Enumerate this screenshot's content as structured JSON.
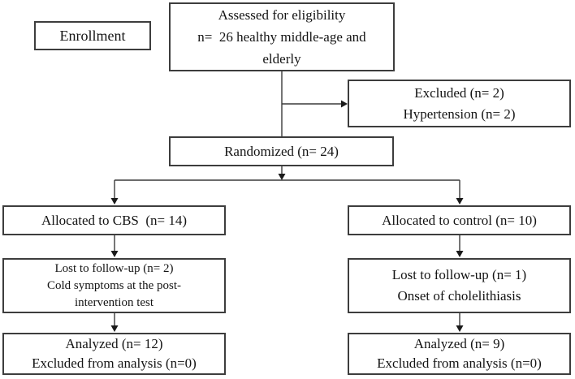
{
  "figure": {
    "type": "consort-flow-diagram",
    "colors": {
      "background": "#ffffff",
      "border": "#3d3d3d",
      "line": "#3a3a3a",
      "text": "#141414"
    }
  },
  "labels": {
    "enrollment": "Enrollment"
  },
  "boxes": {
    "assessed": {
      "lines": [
        "Assessed for eligibility",
        "n=  26 healthy middle-age and",
        "elderly"
      ]
    },
    "excluded": {
      "lines": [
        "Excluded (n= 2)",
        "Hypertension (n= 2)"
      ]
    },
    "randomized": {
      "lines": [
        "Randomized (n= 24)"
      ]
    },
    "allocated_cbs": {
      "lines": [
        "Allocated to CBS  (n= 14)"
      ]
    },
    "allocated_control": {
      "lines": [
        "Allocated to control (n= 10)"
      ]
    },
    "lost_cbs": {
      "lines": [
        "Lost to follow-up (n= 2)",
        "Cold symptoms at the post-",
        "intervention test"
      ]
    },
    "lost_control": {
      "lines": [
        "Lost to follow-up (n= 1)",
        "Onset of cholelithiasis"
      ]
    },
    "analyzed_cbs": {
      "lines": [
        "Analyzed (n= 12)",
        "Excluded from analysis (n=0)"
      ]
    },
    "analyzed_control": {
      "lines": [
        "Analyzed (n= 9)",
        "Excluded from analysis (n=0)"
      ]
    }
  }
}
